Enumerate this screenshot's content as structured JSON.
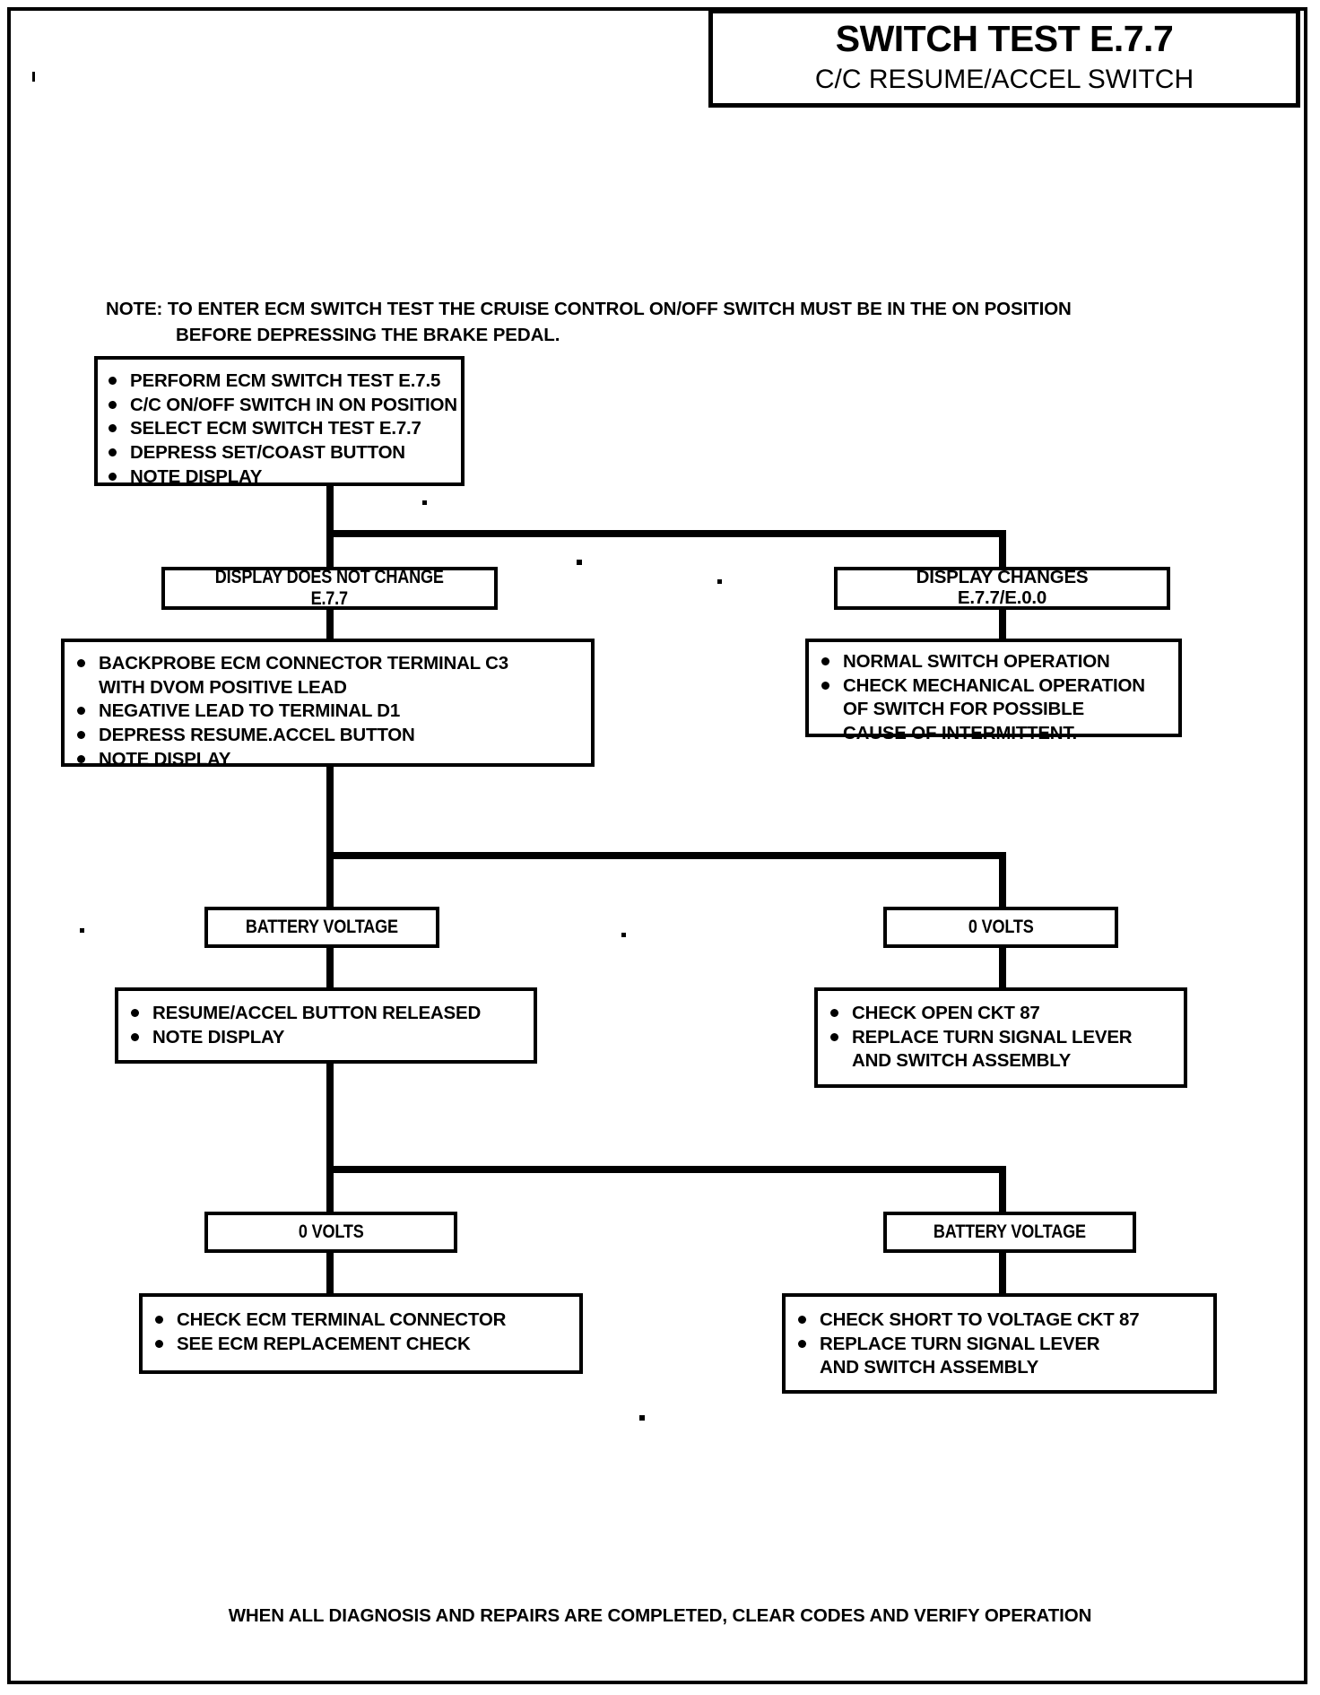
{
  "header": {
    "title": "SWITCH TEST E.7.7",
    "subtitle": "C/C RESUME/ACCEL SWITCH"
  },
  "note": {
    "line1": "NOTE: TO ENTER ECM SWITCH TEST THE CRUISE CONTROL ON/OFF SWITCH MUST BE IN THE ON POSITION",
    "line2": "BEFORE DEPRESSING THE BRAKE PEDAL."
  },
  "footer": "WHEN ALL DIAGNOSIS AND REPAIRS ARE COMPLETED, CLEAR CODES AND VERIFY OPERATION",
  "flow": {
    "start_box": {
      "bullets": [
        "PERFORM ECM SWITCH TEST E.7.5",
        "C/C ON/OFF SWITCH IN ON POSITION",
        "SELECT ECM SWITCH TEST E.7.7",
        "DEPRESS SET/COAST BUTTON",
        "NOTE DISPLAY"
      ]
    },
    "branch1_left": {
      "label": "DISPLAY DOES NOT CHANGE\nE.7.7"
    },
    "branch1_right": {
      "label": "DISPLAY CHANGES\nE.7.7/E.0.0"
    },
    "step2_left": {
      "bullets": [
        "BACKPROBE ECM CONNECTOR TERMINAL C3\nWITH DVOM POSITIVE LEAD",
        "NEGATIVE LEAD TO TERMINAL D1",
        "DEPRESS RESUME.ACCEL BUTTON",
        "NOTE DISPLAY"
      ]
    },
    "step2_right": {
      "bullets": [
        "NORMAL SWITCH OPERATION",
        "CHECK MECHANICAL OPERATION\nOF SWITCH  FOR POSSIBLE\nCAUSE OF INTERMITTENT."
      ]
    },
    "branch2_left": {
      "label": "BATTERY VOLTAGE"
    },
    "branch2_right": {
      "label": "0 VOLTS"
    },
    "step3_left": {
      "bullets": [
        "RESUME/ACCEL BUTTON RELEASED",
        "NOTE DISPLAY"
      ]
    },
    "step3_right": {
      "bullets": [
        "CHECK OPEN CKT 87",
        "REPLACE TURN SIGNAL LEVER\nAND SWITCH ASSEMBLY"
      ]
    },
    "branch3_left": {
      "label": "0 VOLTS"
    },
    "branch3_right": {
      "label": "BATTERY VOLTAGE"
    },
    "step4_left": {
      "bullets": [
        "CHECK ECM TERMINAL CONNECTOR",
        "SEE ECM REPLACEMENT  CHECK"
      ]
    },
    "step4_right": {
      "bullets": [
        "CHECK SHORT TO VOLTAGE CKT 87",
        "REPLACE TURN SIGNAL LEVER\nAND SWITCH ASSEMBLY"
      ]
    }
  }
}
